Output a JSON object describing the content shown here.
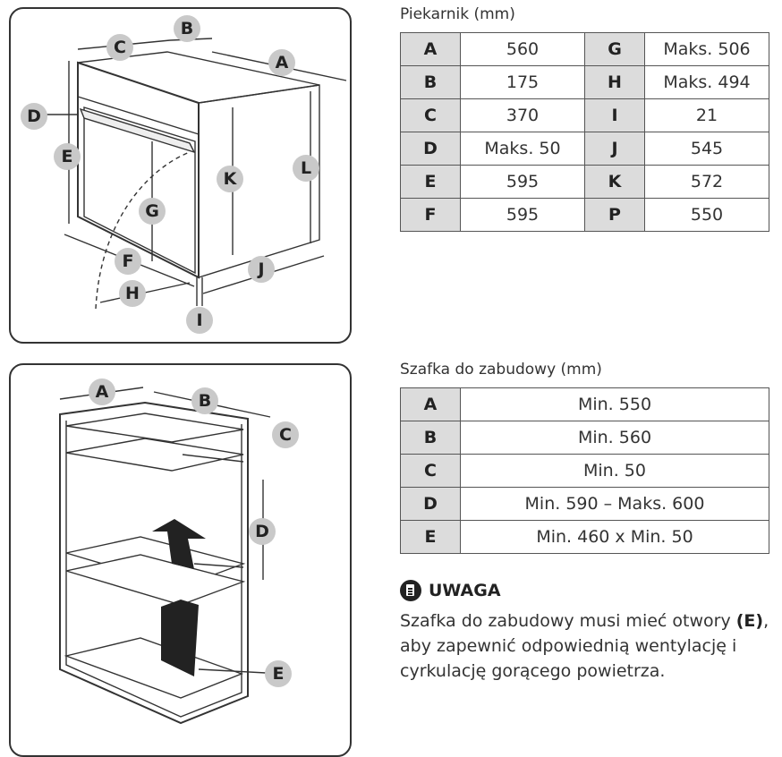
{
  "oven": {
    "title": "Piekarnik (mm)",
    "rows": [
      {
        "k1": "A",
        "v1": "560",
        "k2": "G",
        "v2": "Maks. 506"
      },
      {
        "k1": "B",
        "v1": "175",
        "k2": "H",
        "v2": "Maks. 494"
      },
      {
        "k1": "C",
        "v1": "370",
        "k2": "I",
        "v2": "21"
      },
      {
        "k1": "D",
        "v1": "Maks. 50",
        "k2": "J",
        "v2": "545"
      },
      {
        "k1": "E",
        "v1": "595",
        "k2": "K",
        "v2": "572"
      },
      {
        "k1": "F",
        "v1": "595",
        "k2": "P",
        "v2": "550"
      }
    ],
    "diagram_labels": {
      "a": "A",
      "b": "B",
      "c": "C",
      "d": "D",
      "e": "E",
      "f": "F",
      "g": "G",
      "h": "H",
      "i": "I",
      "j": "J",
      "k": "K",
      "l": "L"
    }
  },
  "cabinet": {
    "title": "Szafka do zabudowy (mm)",
    "rows": [
      {
        "k": "A",
        "v": "Min. 550"
      },
      {
        "k": "B",
        "v": "Min. 560"
      },
      {
        "k": "C",
        "v": "Min. 50"
      },
      {
        "k": "D",
        "v": "Min. 590 – Maks. 600"
      },
      {
        "k": "E",
        "v": "Min. 460 x Min. 50"
      }
    ],
    "diagram_labels": {
      "a": "A",
      "b": "B",
      "c": "C",
      "d": "D",
      "e": "E"
    }
  },
  "note": {
    "icon": "note-icon",
    "title": "UWAGA",
    "text_before": "Szafka do zabudowy musi mieć otwory ",
    "text_bold": "(E)",
    "text_after": ", aby zapewnić odpowiednią wentylację i cyrkulację gorącego powietrza."
  }
}
